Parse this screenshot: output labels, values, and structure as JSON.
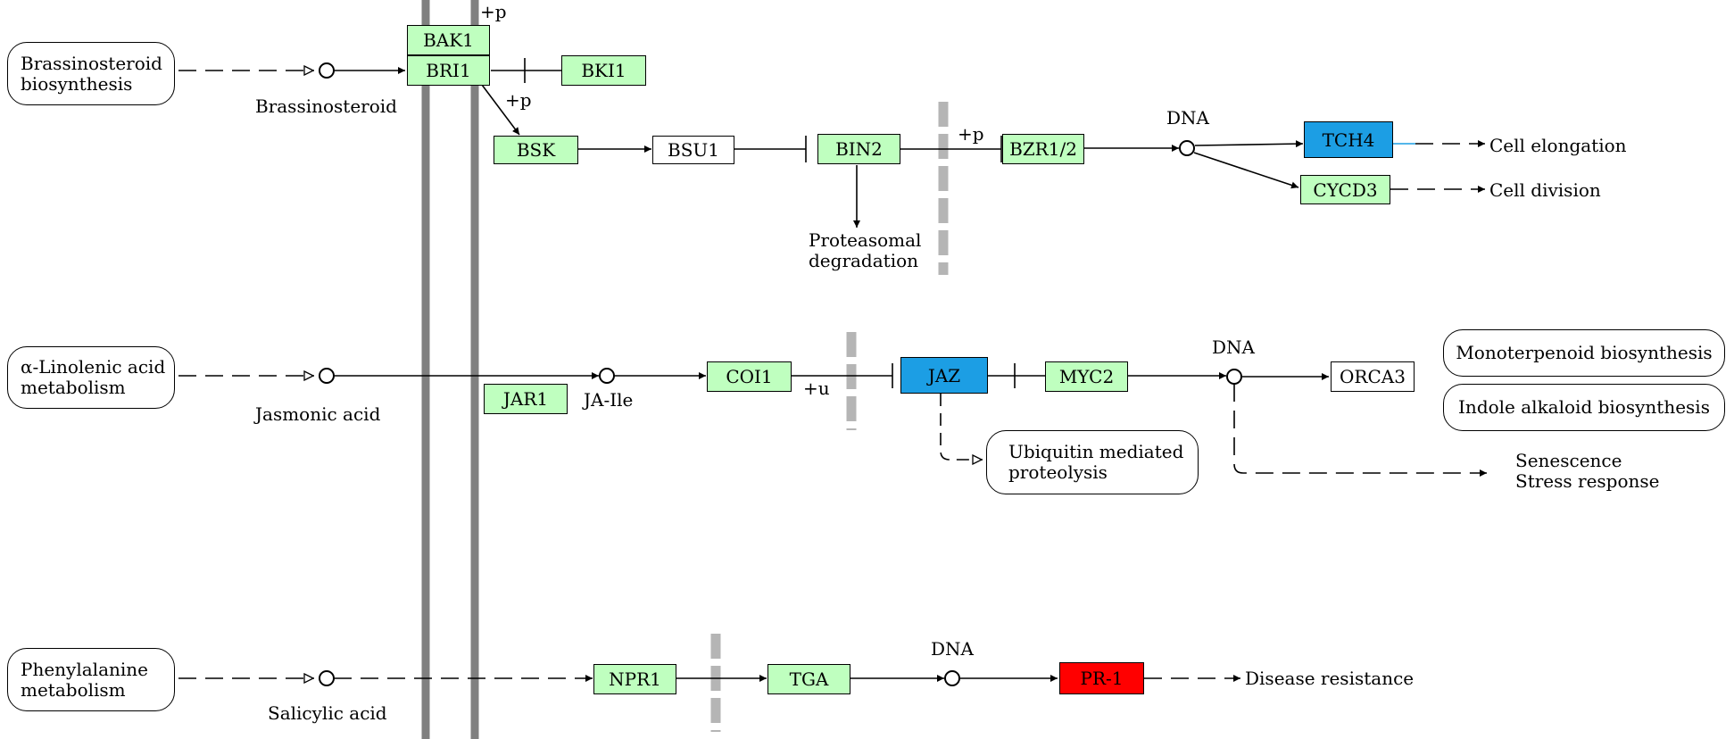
{
  "colors": {
    "gene_green": "#bfffbf",
    "gene_blue": "#1c9ee4",
    "gene_red": "#ff0000",
    "gene_white": "#ffffff",
    "membrane_gray": "#808080",
    "barrier_gray": "#b5b5b5",
    "link": "#000000"
  },
  "maps": {
    "brassinosteroid_biosynthesis": [
      "Brassinosteroid",
      "biosynthesis"
    ],
    "alpha_linolenic_metabolism": [
      "α-Linolenic acid",
      "metabolism"
    ],
    "phenylalanine_metabolism": [
      "Phenylalanine",
      "metabolism"
    ],
    "ubiquitin_proteolysis": [
      "Ubiquitin mediated",
      "proteolysis"
    ],
    "monoterpenoid_biosynthesis": "Monoterpenoid biosynthesis",
    "indole_alkaloid_biosynthesis": "Indole alkaloid biosynthesis"
  },
  "compounds": {
    "brassinosteroid": "Brassinosteroid",
    "jasmonic_acid": "Jasmonic acid",
    "ja_ile": "JA-Ile",
    "salicylic_acid": "Salicylic acid"
  },
  "genes": {
    "bak1": "BAK1",
    "bri1": "BRI1",
    "bki1": "BKI1",
    "bsk": "BSK",
    "bsu1": "BSU1",
    "bin2": "BIN2",
    "bzr12": "BZR1/2",
    "tch4": "TCH4",
    "cycd3": "CYCD3",
    "jar1": "JAR1",
    "coi1": "COI1",
    "jaz": "JAZ",
    "myc2": "MYC2",
    "orca3": "ORCA3",
    "npr1": "NPR1",
    "tga": "TGA",
    "pr1": "PR-1"
  },
  "labels": {
    "phos_bri1": "+p",
    "phos_bsk": "+p",
    "phos_bzr": "+p",
    "ubiq": "+u",
    "dna_top": "DNA",
    "dna_mid": "DNA",
    "dna_bottom": "DNA",
    "proteasomal": [
      "Proteasomal",
      "degradation"
    ],
    "cell_elongation": "Cell elongation",
    "cell_division": "Cell division",
    "senescence": [
      "Senescence",
      "Stress response"
    ],
    "disease_resistance": "Disease resistance"
  }
}
